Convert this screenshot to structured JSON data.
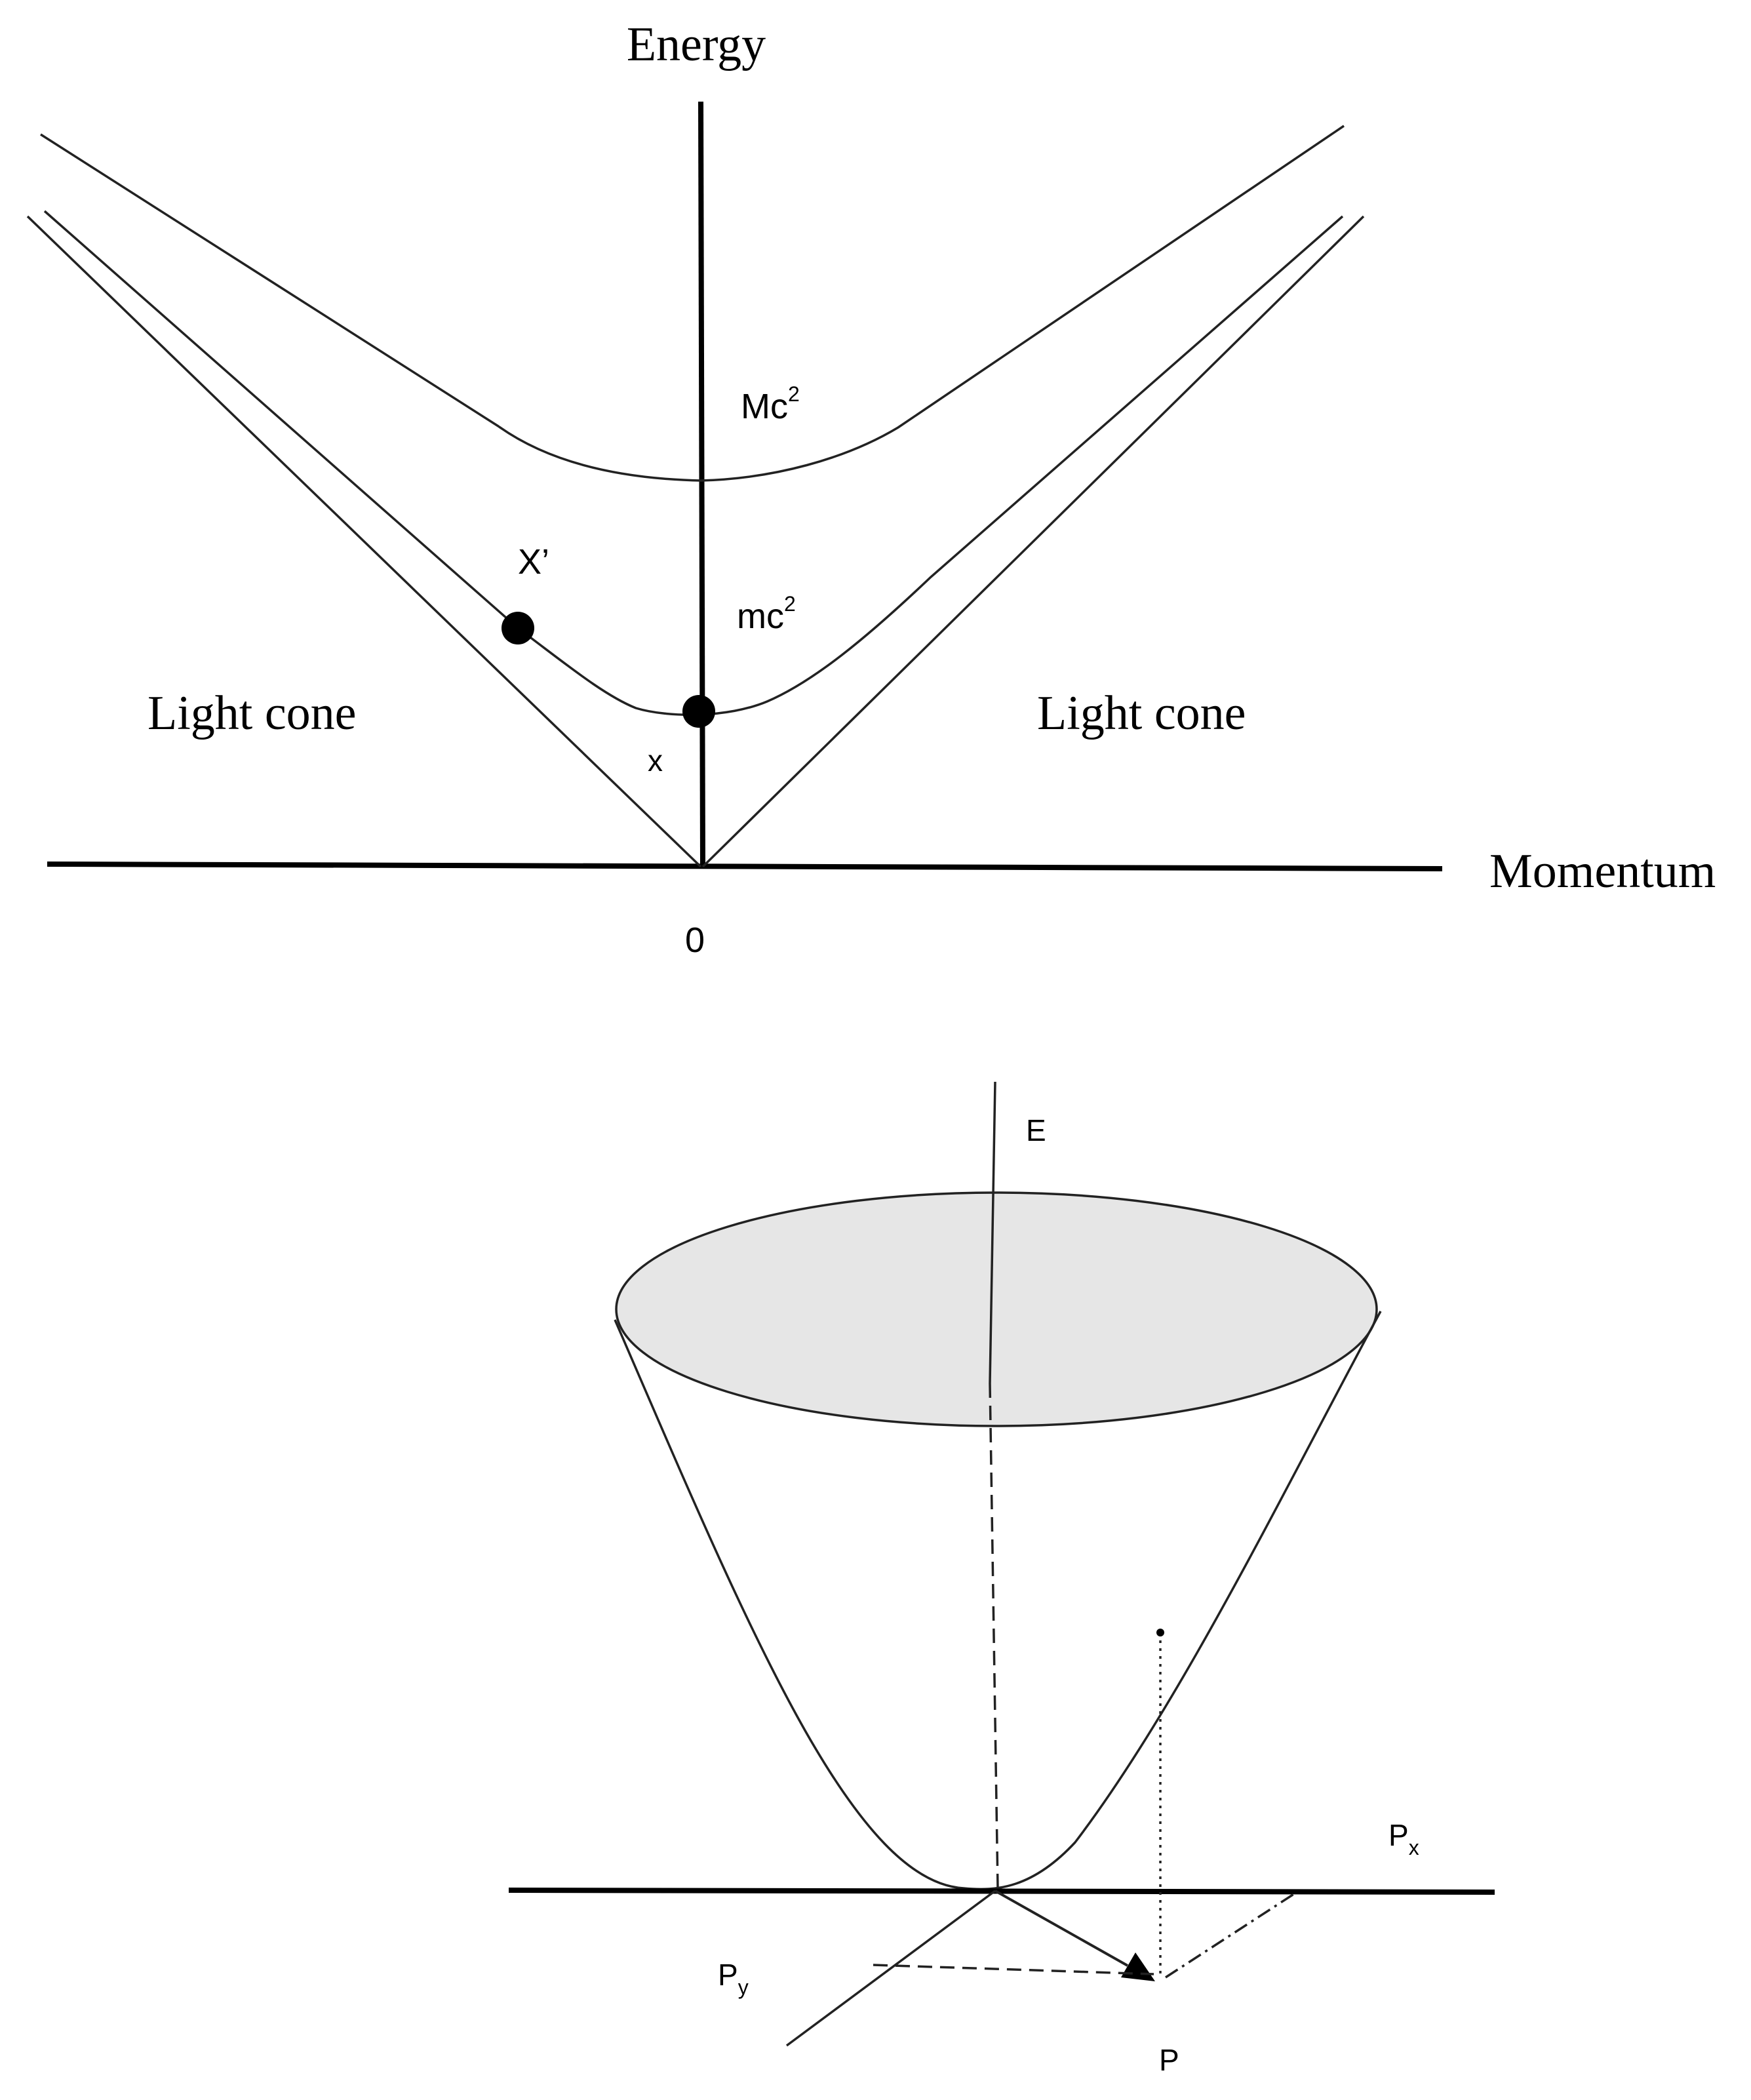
{
  "top_diagram": {
    "y_axis_label": "Energy",
    "x_axis_label": "Momentum",
    "origin_label": "0",
    "upper_curve_label": "Mc",
    "upper_curve_label_sup": "2",
    "lower_curve_label": "mc",
    "lower_curve_label_sup": "2",
    "left_region_label": "Light cone",
    "right_region_label": "Light cone",
    "point_x_prime_label": "X’",
    "point_x_label": "x"
  },
  "bottom_diagram": {
    "vertical_axis_label": "E",
    "horizontal_axis_label": "P",
    "horizontal_axis_sub": "x",
    "diagonal_axis_label": "P",
    "diagonal_axis_sub": "y",
    "vector_label": "P",
    "surface_fill_color": "#e6e6e6"
  }
}
